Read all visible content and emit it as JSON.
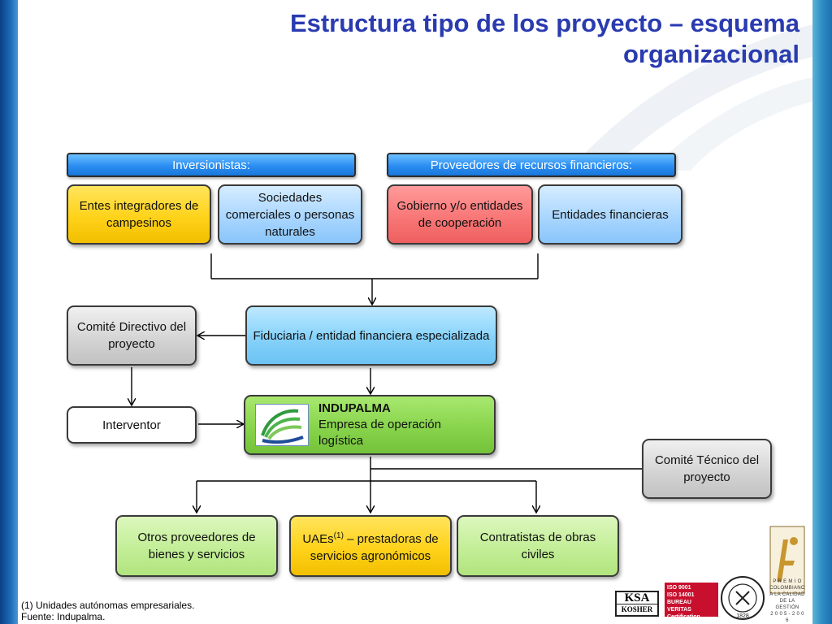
{
  "title": "Estructura tipo de los proyecto – esquema organizacional",
  "headers": {
    "inversionistas": "Inversionistas:",
    "proveedores": "Proveedores de recursos financieros:"
  },
  "nodes": {
    "entes": "Entes integradores de campesinos",
    "sociedades": "Sociedades comerciales o personas naturales",
    "gobierno": "Gobierno y/o entidades de cooperación",
    "entidades": "Entidades financieras",
    "comite_directivo": "Comité Directivo del proyecto",
    "fiduciaria": "Fiduciaria / entidad financiera especializada",
    "interventor": "Interventor",
    "indupalma_name": "INDUPALMA",
    "indupalma_desc": "Empresa de operación logística",
    "comite_tecnico": "Comité Técnico del proyecto",
    "otros": "Otros proveedores de bienes y servicios",
    "uaes_prefix": "UAEs",
    "uaes_sup": "(1)",
    "uaes_suffix": " – prestadoras de servicios agronómicos",
    "contratistas": "Contratistas de obras civiles"
  },
  "footnote": {
    "line1": "(1) Unidades autónomas empresariales.",
    "line2": "Fuente: Indupalma."
  },
  "certs": {
    "ksa_top": "KSA",
    "ksa_bottom": "KOSHER",
    "iso_lines": [
      "ISO 9001",
      "ISO 14001",
      "BUREAU VERITAS",
      "Certification"
    ],
    "bv_year": "1828",
    "premio_lines": [
      "P R E M I O",
      "COLOMBIANO",
      "A LA CALIDAD",
      "DE LA GESTIÓN",
      "2 0 0 5 - 2 0 0 6"
    ]
  },
  "colors": {
    "title": "#2a3bb0",
    "header_blue": "#2b8df2",
    "yellow": "#ffd21a",
    "light_blue": "#a9d6ff",
    "pink": "#f97777",
    "cyan": "#86d2fb",
    "grey": "#d2d2d2",
    "green": "#88d44c",
    "light_green": "#c3ee97"
  }
}
